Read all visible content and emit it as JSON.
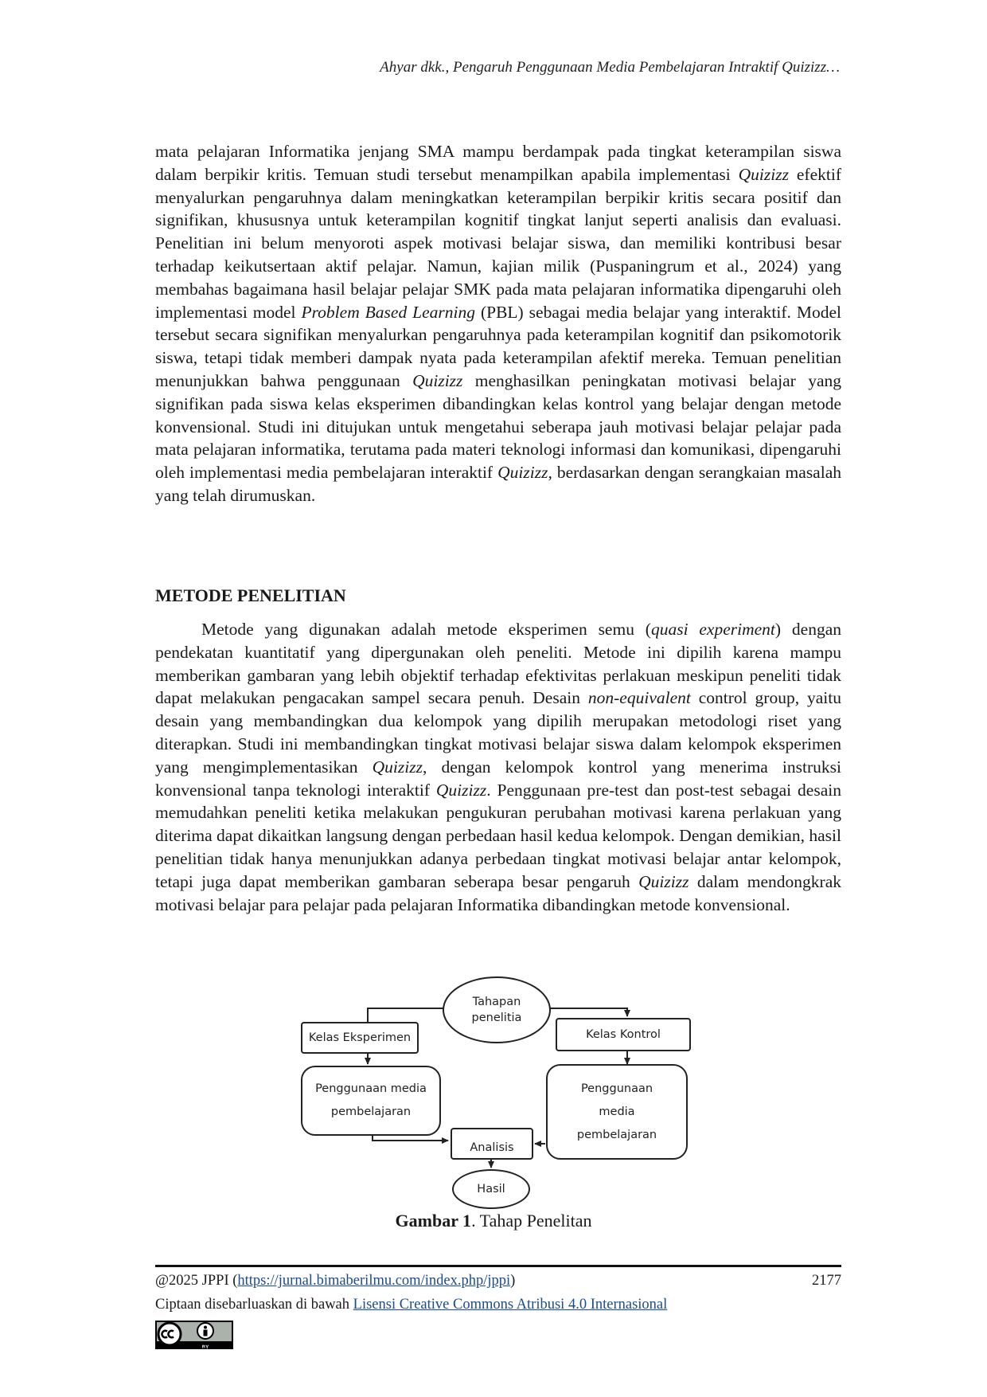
{
  "running_head": "Ahyar dkk., Pengaruh Penggunaan Media Pembelajaran Intraktif Quizizz…",
  "para1": [
    {
      "t": "mata pelajaran Informatika jenjang SMA mampu berdampak pada tingkat keterampilan siswa dalam berpikir kritis. Temuan studi tersebut menampilkan apabila implementasi "
    },
    {
      "t": "Quizizz",
      "i": true
    },
    {
      "t": " efektif menyalurkan pengaruhnya dalam meningkatkan keterampilan berpikir kritis secara positif dan signifikan, khususnya untuk keterampilan kognitif tingkat lanjut seperti analisis dan evaluasi. Penelitian ini belum menyoroti aspek motivasi belajar siswa, dan memiliki kontribusi besar terhadap keikutsertaan aktif pelajar. Namun, kajian milik (Puspaningrum et al., 2024) yang membahas bagaimana hasil belajar pelajar SMK pada mata pelajaran informatika dipengaruhi oleh implementasi model "
    },
    {
      "t": "Problem Based Learning",
      "i": true
    },
    {
      "t": " (PBL) sebagai media belajar yang interaktif. Model tersebut secara signifikan menyalurkan pengaruhnya pada keterampilan kognitif dan psikomotorik siswa, tetapi tidak memberi dampak nyata pada keterampilan afektif mereka. Temuan penelitian menunjukkan bahwa penggunaan "
    },
    {
      "t": "Quizizz",
      "i": true
    },
    {
      "t": " menghasilkan peningkatan motivasi belajar yang signifikan pada siswa kelas eksperimen dibandingkan kelas kontrol yang belajar dengan metode konvensional. Studi ini ditujukan untuk mengetahui seberapa jauh motivasi belajar pelajar pada mata pelajaran informatika, terutama pada materi teknologi informasi dan komunikasi, dipengaruhi oleh implementasi media pembelajaran interaktif "
    },
    {
      "t": "Quizizz",
      "i": true
    },
    {
      "t": ", berdasarkan dengan serangkaian masalah yang telah dirumuskan."
    }
  ],
  "heading": "METODE PENELITIAN",
  "para2": [
    {
      "t": "Metode yang digunakan adalah metode eksperimen semu ("
    },
    {
      "t": "quasi experiment",
      "i": true
    },
    {
      "t": ") dengan pendekatan kuantitatif yang dipergunakan oleh peneliti. Metode ini dipilih karena mampu memberikan gambaran yang lebih objektif terhadap efektivitas perlakuan meskipun peneliti tidak dapat melakukan pengacakan sampel secara penuh. Desain "
    },
    {
      "t": "non-equivalent",
      "i": true
    },
    {
      "t": " control group, yaitu desain yang membandingkan dua kelompok yang dipilih merupakan metodologi riset yang diterapkan. Studi ini membandingkan tingkat motivasi belajar siswa dalam kelompok eksperimen yang mengimplementasikan "
    },
    {
      "t": "Quizizz",
      "i": true
    },
    {
      "t": ", dengan kelompok kontrol yang menerima instruksi konvensional tanpa teknologi interaktif "
    },
    {
      "t": "Quizizz",
      "i": true
    },
    {
      "t": ". Penggunaan pre-test dan post-test sebagai desain memudahkan peneliti ketika melakukan pengukuran perubahan motivasi karena perlakuan yang diterima dapat dikaitkan langsung dengan perbedaan hasil kedua kelompok. Dengan demikian, hasil penelitian tidak hanya menunjukkan adanya perbedaan tingkat motivasi belajar antar kelompok, tetapi juga dapat memberikan gambaran seberapa besar pengaruh "
    },
    {
      "t": "Quizizz",
      "i": true
    },
    {
      "t": " dalam mendongkrak motivasi belajar para pelajar pada pelajaran Informatika dibandingkan metode konvensional."
    }
  ],
  "figure": {
    "tahapan": [
      "Tahapan",
      "penelitia"
    ],
    "kelas_eksperimen": "Kelas Eksperimen",
    "kelas_kontrol": "Kelas Kontrol",
    "media_left": [
      "Penggunaan media",
      "pembelajaran"
    ],
    "media_right": [
      "Penggunaan",
      "media",
      "pembelajaran"
    ],
    "analisis": "Analisis",
    "hasil": "Hasil"
  },
  "caption": {
    "label": "Gambar 1",
    "text": ". Tahap Penelitan"
  },
  "footer": {
    "copyright_prefix": "@2025 JPPI (",
    "url": "https://jurnal.bimaberilmu.com/index.php/jppi",
    "copyright_suffix": ")",
    "page_number": "2177",
    "license_prefix": "Ciptaan disebarluaskan di bawah ",
    "license_link": "Lisensi Creative Commons Atribusi 4.0 Internasional"
  }
}
